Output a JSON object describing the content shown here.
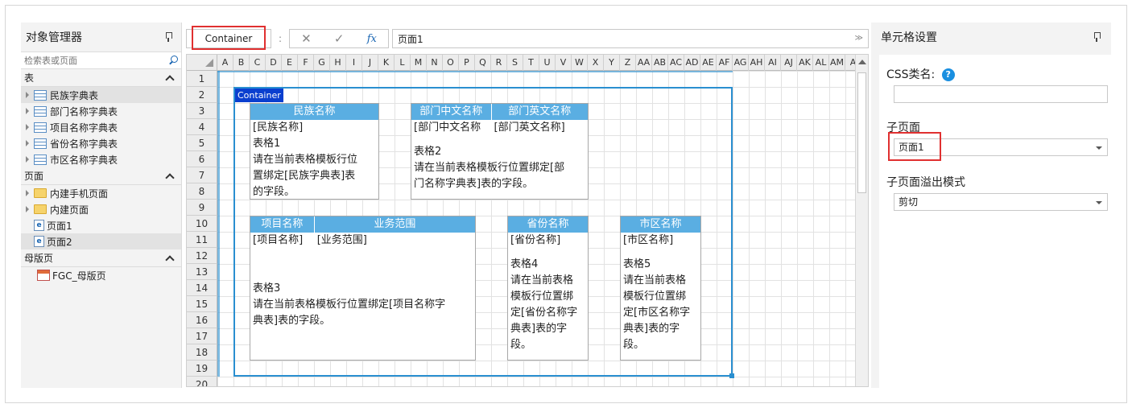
{
  "object_manager": {
    "title": "对象管理器",
    "search_placeholder": "检索表或页面",
    "sections": {
      "tables": "表",
      "pages": "页面",
      "masters": "母版页"
    },
    "tables": [
      "民族字典表",
      "部门名称字典表",
      "项目名称字典表",
      "省份名称字典表",
      "市区名称字典表"
    ],
    "page_folders": [
      "内建手机页面",
      "内建页面"
    ],
    "pages": [
      "页面1",
      "页面2"
    ],
    "masters": [
      "FGC_母版页"
    ]
  },
  "toolbar": {
    "name_box": "Container",
    "dots": ":",
    "cancel": "✕",
    "confirm": "✓",
    "fx": "fx",
    "formula_value": "页面1",
    "expand": "≫"
  },
  "grid": {
    "columns": [
      "A",
      "B",
      "C",
      "D",
      "E",
      "F",
      "G",
      "H",
      "I",
      "J",
      "K",
      "L",
      "M",
      "N",
      "O",
      "P",
      "Q",
      "R",
      "S",
      "T",
      "U",
      "V",
      "W",
      "X",
      "Y",
      "Z",
      "AA",
      "AB",
      "AC",
      "AD",
      "AE",
      "AF",
      "AG",
      "AH",
      "AI",
      "AJ",
      "AK",
      "AL",
      "AM",
      "A"
    ],
    "rows": [
      "1",
      "2",
      "3",
      "4",
      "5",
      "6",
      "7",
      "8",
      "9",
      "10",
      "11",
      "12",
      "13",
      "14",
      "15",
      "16",
      "17",
      "18",
      "19",
      "20"
    ],
    "container_label": "Container",
    "table1": {
      "headers": [
        "民族名称"
      ],
      "fields": [
        "[民族名称]"
      ],
      "note_lines": [
        "表格1",
        "请在当前表格模板行位",
        "置绑定[民族字典表]表",
        "的字段。"
      ]
    },
    "table2": {
      "headers": [
        "部门中文名称",
        "部门英文名称"
      ],
      "fields": [
        "[部门中文名称",
        "[部门英文名称]"
      ],
      "note_lines": [
        "表格2",
        "请在当前表格模板行位置绑定[部",
        "门名称字典表]表的字段。"
      ]
    },
    "table3": {
      "headers": [
        "项目名称",
        "业务范围"
      ],
      "fields": [
        "[项目名称]",
        "[业务范围]"
      ],
      "note_lines": [
        "表格3",
        "请在当前表格模板行位置绑定[项目名称字",
        "典表]表的字段。"
      ]
    },
    "table4": {
      "headers": [
        "省份名称"
      ],
      "fields": [
        "[省份名称]"
      ],
      "note_lines": [
        "表格4",
        "请在当前表格",
        "模板行位置绑",
        "定[省份名称字",
        "典表]表的字",
        "段。"
      ]
    },
    "table5": {
      "headers": [
        "市区名称"
      ],
      "fields": [
        "[市区名称]"
      ],
      "note_lines": [
        "表格5",
        "请在当前表格",
        "模板行位置绑",
        "定[市区名称字",
        "典表]表的字",
        "段。"
      ]
    }
  },
  "cell_settings": {
    "title": "单元格设置",
    "css_label": "CSS类名:",
    "help": "?",
    "css_value": "",
    "subpage_label": "子页面",
    "subpage_value": "页面1",
    "overflow_label": "子页面溢出模式",
    "overflow_value": "剪切"
  }
}
